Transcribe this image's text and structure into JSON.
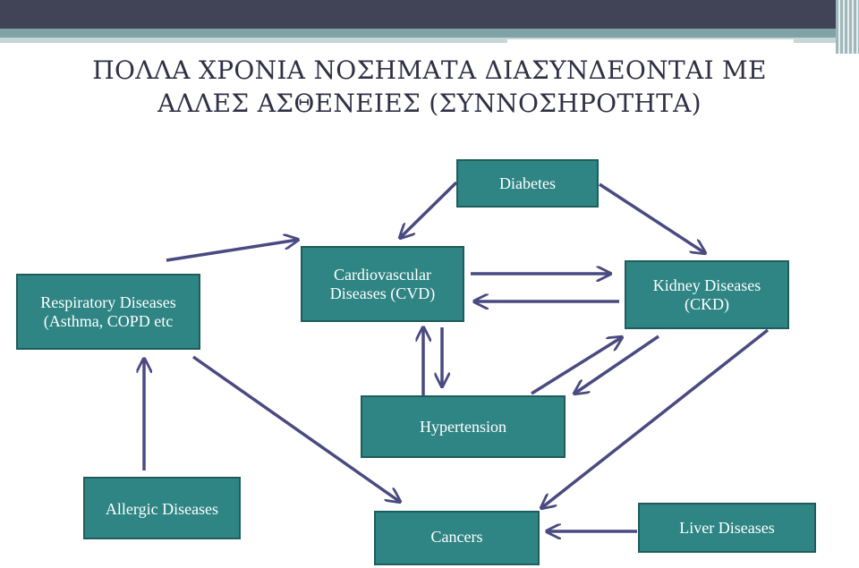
{
  "slide": {
    "title_line1": "ΠΟΛΛΑ ΧΡΟΝΙΑ ΝΟΣΗΜΑΤΑ ΔΙΑΣΥΝΔΕΟΝΤΑΙ ΜΕ",
    "title_line2": "ΑΛΛΕΣ ΑΣΘΕΝΕΙΕΣ (ΣΥΝΝΟΣΗΡΟΤΗΤΑ)"
  },
  "nodes": {
    "diabetes": "Diabetes",
    "respiratory_line1": "Respiratory Diseases",
    "respiratory_line2": "(Asthma, COPD etc",
    "cvd_line1": "Cardiovascular",
    "cvd_line2": "Diseases (CVD)",
    "kidney_line1": "Kidney Diseases",
    "kidney_line2": "(CKD)",
    "hypertension": "Hypertension",
    "allergic": "Allergic Diseases",
    "cancers": "Cancers",
    "liver": "Liver Diseases"
  },
  "colors": {
    "box_fill": "#2e8584",
    "box_border": "#1e5d5c",
    "arrow": "#4a4a82",
    "title": "#303046"
  }
}
